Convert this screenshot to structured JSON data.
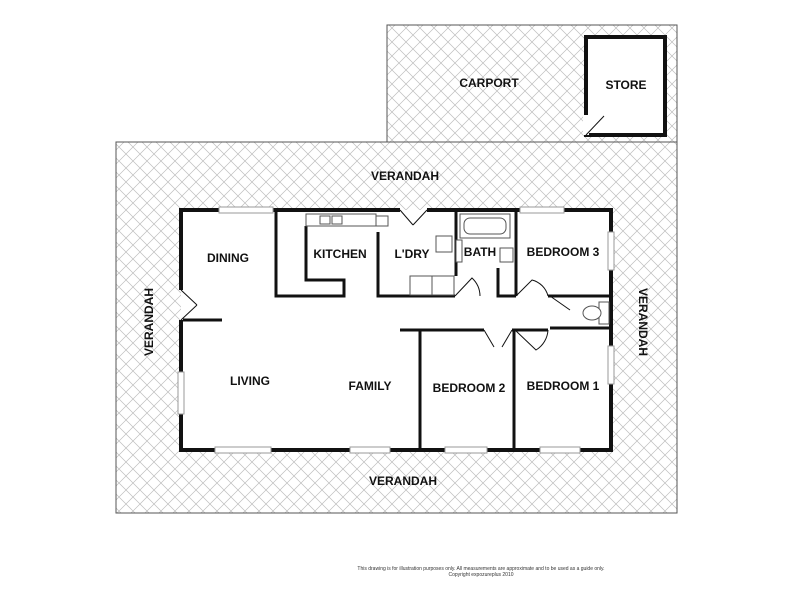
{
  "floorplan": {
    "rooms": {
      "carport": "CARPORT",
      "store": "STORE",
      "verandah_top": "VERANDAH",
      "verandah_left": "VERANDAH",
      "verandah_right": "VERANDAH",
      "verandah_bottom": "VERANDAH",
      "dining": "DINING",
      "kitchen": "KITCHEN",
      "laundry": "L'DRY",
      "bath": "BATH",
      "bedroom_3": "BEDROOM 3",
      "living": "LIVING",
      "family": "FAMILY",
      "bedroom_2": "BEDROOM 2",
      "bedroom_1": "BEDROOM 1"
    },
    "disclaimer": "This drawing is for illustration purposes only. All measurements are approximate and to be used as a guide only. Copyright expozureplus 2010"
  },
  "colors": {
    "wall": "#111111",
    "hatch": "#bdbdbd",
    "outline": "#555555",
    "window": "#9a9a9a"
  }
}
